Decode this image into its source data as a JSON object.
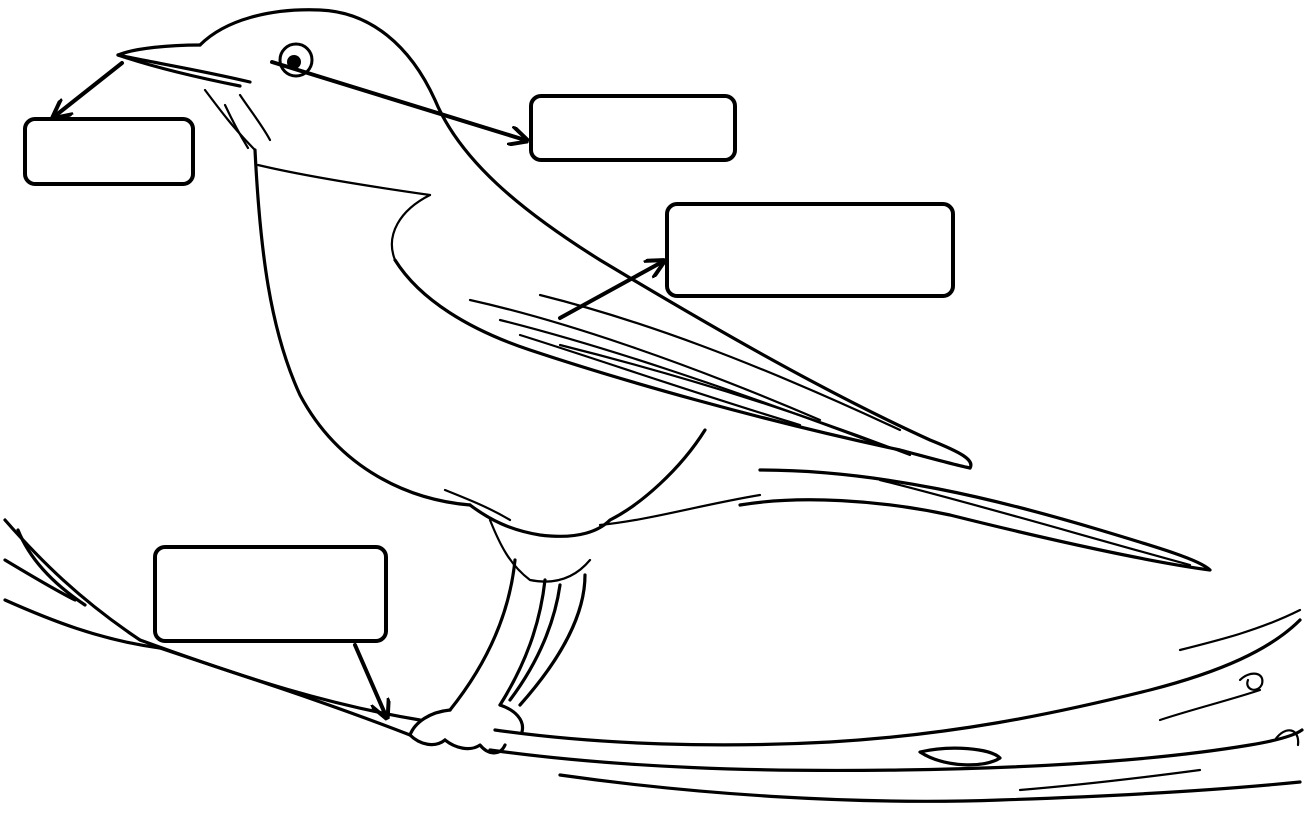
{
  "diagram": {
    "labels": [
      {
        "id": "beak",
        "text": ""
      },
      {
        "id": "eye",
        "text": ""
      },
      {
        "id": "wing",
        "text": ""
      },
      {
        "id": "claw",
        "text": ""
      }
    ]
  }
}
